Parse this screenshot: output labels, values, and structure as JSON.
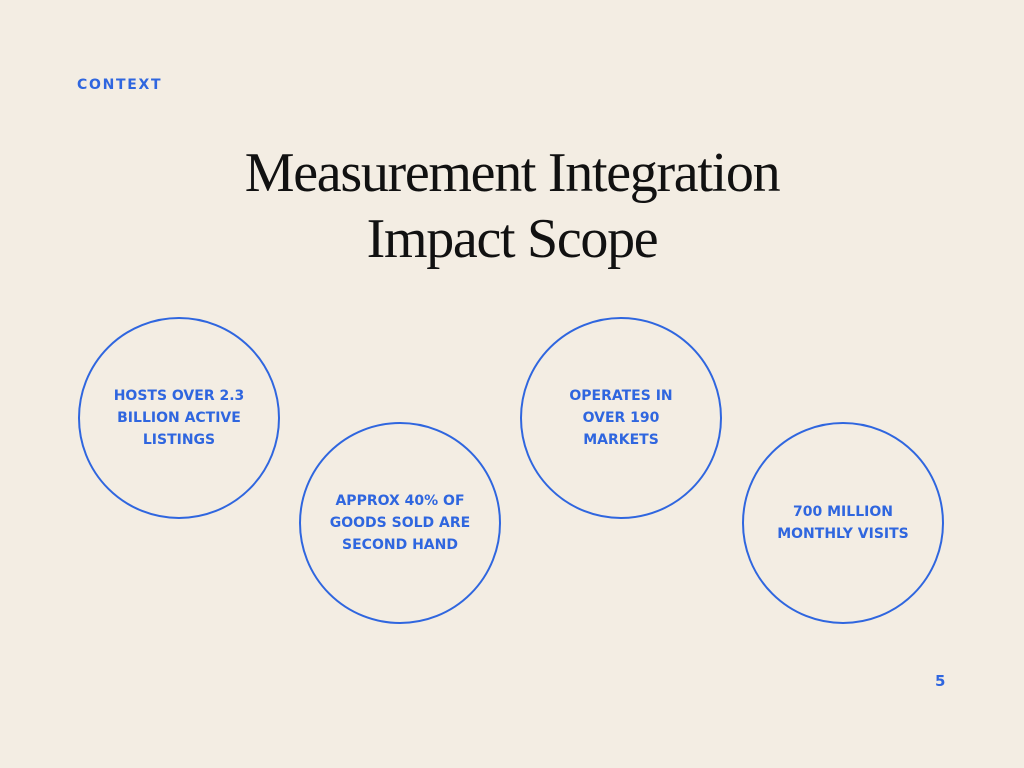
{
  "slide": {
    "eyebrow": "CONTEXT",
    "title": {
      "line1": "Measurement Integration",
      "line2": "Impact Scope"
    },
    "stats": [
      {
        "text": "HOSTS OVER 2.3 BILLION ACTIVE LISTINGS"
      },
      {
        "text": "APPROX 40% OF GOODS SOLD ARE SECOND HAND"
      },
      {
        "text": "OPERATES IN OVER 190 MARKETS"
      },
      {
        "text": "700 MILLION MONTHLY VISITS"
      }
    ],
    "page_number": "5"
  },
  "colors": {
    "background": "#f3ede3",
    "accent": "#2f66df",
    "title": "#111111"
  }
}
